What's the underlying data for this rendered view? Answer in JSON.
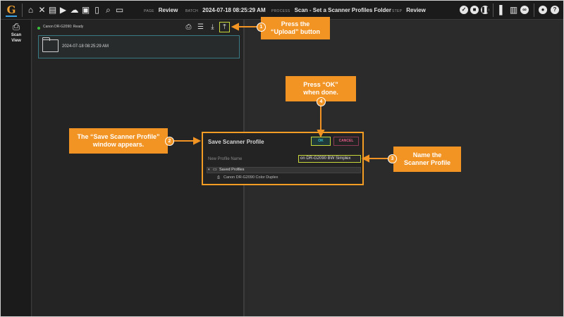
{
  "topbar": {
    "logo_letter": "G",
    "page_key": "PAGE",
    "page_value": "Review",
    "batch_key": "BATCH",
    "batch_value": "2024-07-18 08:25:29 AM",
    "process_key": "PROCESS",
    "process_value": "Scan - Set a Scanner Profiles Folder",
    "step_key": "STEP",
    "step_value": "Review",
    "left_icons": [
      "home-icon",
      "tools-icon",
      "layers-icon",
      "play-box-icon",
      "cloud-upload-icon",
      "briefcase-icon",
      "document-icon",
      "search-document-icon",
      "chat-icon"
    ],
    "right_icons": [
      "verified-badge-icon",
      "stop-icon",
      "pause-icon",
      "book-icon",
      "reader-icon",
      "link-icon",
      "user-icon",
      "help-icon"
    ]
  },
  "leftnav": {
    "scan_view_label_line1": "Scan",
    "scan_view_label_line2": "View"
  },
  "scanpanel": {
    "status_text": "Canon DR-G2090: Ready",
    "batch_item_label": "2024-07-18 08:25:29 AM"
  },
  "dialog": {
    "title": "Save Scanner Profile",
    "ok_label": "OK",
    "cancel_label": "CANCEL",
    "profile_name_label": "New Profile Name",
    "profile_name_value": "on DR-G2090 BW Simplex",
    "tree_root_label": "Saved Profiles",
    "tree_child_label": "Canon DR-G2090 Color Duplex"
  },
  "callouts": {
    "c1": {
      "text": "Press the\n“Upload” button",
      "badge": "1"
    },
    "c2": {
      "text": "The “Save Scanner Profile”\nwindow appears.",
      "badge": "2"
    },
    "c3": {
      "text": "Name the\nScanner Profile",
      "badge": "3"
    },
    "c4": {
      "text": "Press “OK”\nwhen done.",
      "badge": "4"
    }
  },
  "colors": {
    "accent_orange": "#f29423",
    "highlight_yellow": "#c8d83a",
    "ok_teal": "#37c7cf",
    "cancel_pink": "#e25a88",
    "status_green": "#3bbf3b"
  }
}
